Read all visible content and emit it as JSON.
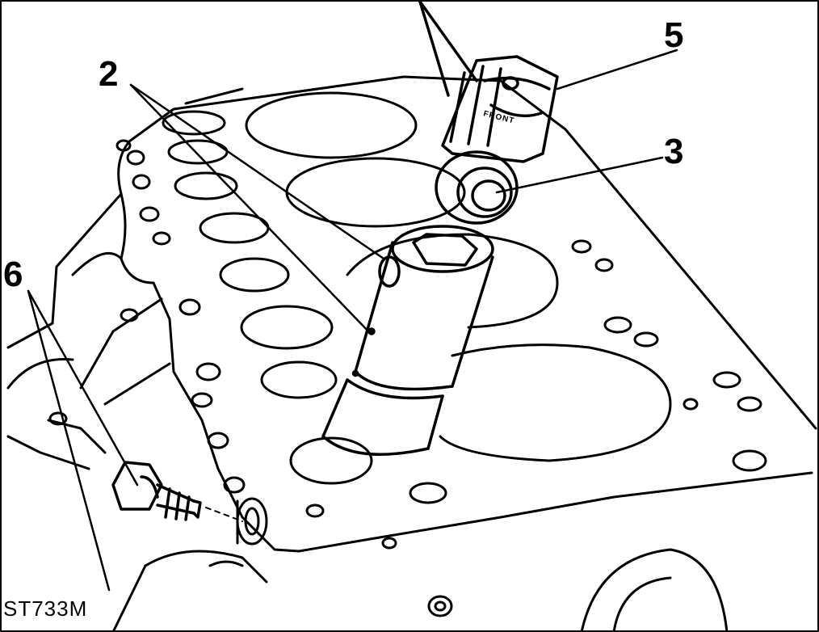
{
  "figure": {
    "reference_code": "ST733M",
    "callouts": [
      {
        "id": "2",
        "label": "2"
      },
      {
        "id": "3",
        "label": "3"
      },
      {
        "id": "5",
        "label": "5"
      },
      {
        "id": "6",
        "label": "6"
      }
    ],
    "stamped_text": "FRONT",
    "ink_color": "#000000",
    "paper_color": "#ffffff"
  }
}
